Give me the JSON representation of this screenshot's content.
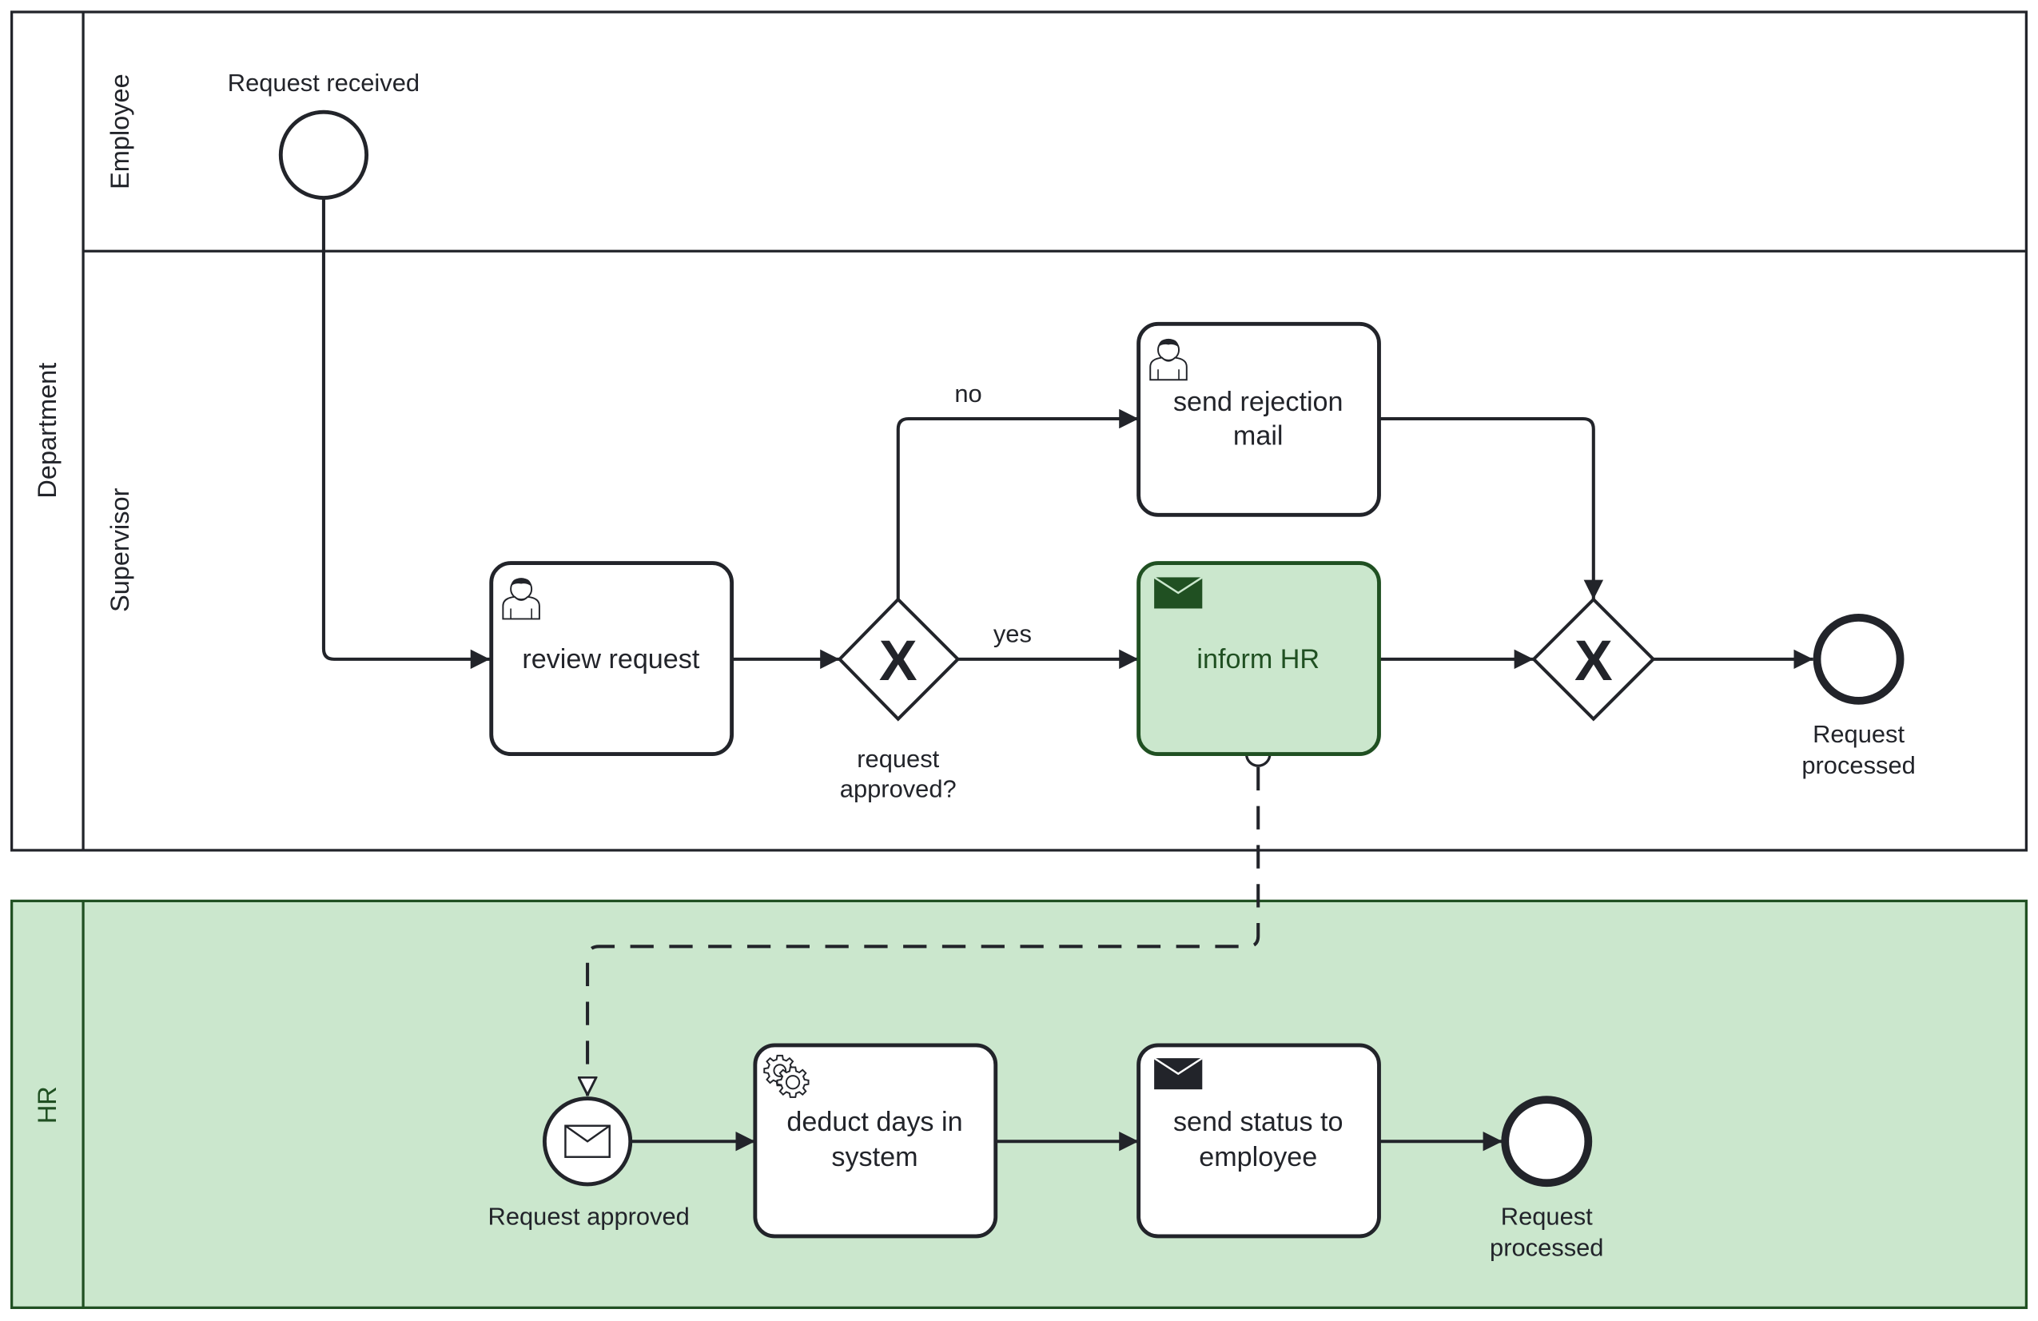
{
  "diagram": {
    "type": "BPMN collaboration",
    "colors": {
      "stroke": "#22242a",
      "highlight_fill": "#cbe7cd",
      "highlight_stroke": "#205022",
      "background": "#ffffff"
    },
    "pools": [
      {
        "id": "department",
        "label": "Department",
        "highlighted": false,
        "lanes": [
          {
            "id": "employee",
            "label": "Employee"
          },
          {
            "id": "supervisor",
            "label": "Supervisor"
          }
        ]
      },
      {
        "id": "hr",
        "label": "HR",
        "highlighted": true,
        "lanes": []
      }
    ],
    "nodes": {
      "start_request_received": {
        "type": "start-event",
        "label": "Request received",
        "lane": "employee"
      },
      "task_review_request": {
        "type": "user-task",
        "label_lines": [
          "review request"
        ],
        "lane": "supervisor"
      },
      "gateway_request_approved": {
        "type": "exclusive-gateway",
        "marker": "X",
        "label_lines": [
          "request",
          "approved?"
        ],
        "lane": "supervisor"
      },
      "task_send_rejection_mail": {
        "type": "user-task",
        "label_lines": [
          "send rejection",
          "mail"
        ],
        "lane": "supervisor"
      },
      "task_inform_hr": {
        "type": "send-task",
        "label_lines": [
          "inform HR"
        ],
        "highlighted": true,
        "lane": "supervisor"
      },
      "gateway_merge": {
        "type": "exclusive-gateway",
        "marker": "X",
        "label_lines": [],
        "lane": "supervisor"
      },
      "end_request_processed_dept": {
        "type": "end-event",
        "label_lines": [
          "Request",
          "processed"
        ],
        "lane": "supervisor"
      },
      "start_request_approved": {
        "type": "message-start-event",
        "label": "Request approved",
        "pool": "hr"
      },
      "task_deduct_days": {
        "type": "service-task",
        "label_lines": [
          "deduct days in",
          "system"
        ],
        "pool": "hr"
      },
      "task_send_status": {
        "type": "send-task",
        "label_lines": [
          "send status to",
          "employee"
        ],
        "pool": "hr"
      },
      "end_request_processed_hr": {
        "type": "end-event",
        "label_lines": [
          "Request",
          "processed"
        ],
        "pool": "hr"
      }
    },
    "flows": [
      {
        "from": "start_request_received",
        "to": "task_review_request",
        "type": "sequence",
        "label": ""
      },
      {
        "from": "task_review_request",
        "to": "gateway_request_approved",
        "type": "sequence",
        "label": ""
      },
      {
        "from": "gateway_request_approved",
        "to": "task_send_rejection_mail",
        "type": "sequence",
        "label": "no"
      },
      {
        "from": "gateway_request_approved",
        "to": "task_inform_hr",
        "type": "sequence",
        "label": "yes"
      },
      {
        "from": "task_send_rejection_mail",
        "to": "gateway_merge",
        "type": "sequence",
        "label": ""
      },
      {
        "from": "task_inform_hr",
        "to": "gateway_merge",
        "type": "sequence",
        "label": ""
      },
      {
        "from": "gateway_merge",
        "to": "end_request_processed_dept",
        "type": "sequence",
        "label": ""
      },
      {
        "from": "task_inform_hr",
        "to": "start_request_approved",
        "type": "message",
        "label": ""
      },
      {
        "from": "start_request_approved",
        "to": "task_deduct_days",
        "type": "sequence",
        "label": ""
      },
      {
        "from": "task_deduct_days",
        "to": "task_send_status",
        "type": "sequence",
        "label": ""
      },
      {
        "from": "task_send_status",
        "to": "end_request_processed_hr",
        "type": "sequence",
        "label": ""
      }
    ],
    "flow_labels": {
      "no": "no",
      "yes": "yes"
    }
  }
}
